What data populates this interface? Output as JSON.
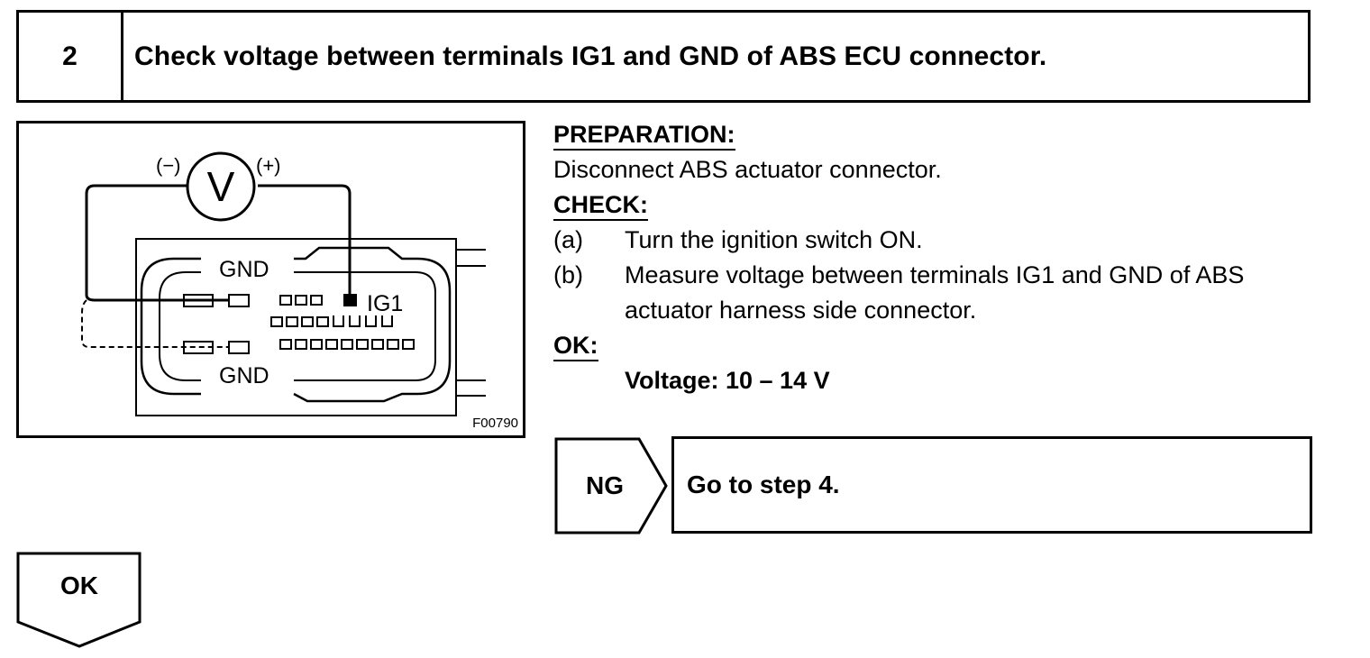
{
  "step": {
    "number": "2",
    "title": "Check voltage between terminals IG1 and GND of ABS ECU connector."
  },
  "figure": {
    "code": "F00790",
    "labels": {
      "minus": "(−)",
      "plus": "(+)",
      "voltmeter": "V",
      "gnd_top": "GND",
      "gnd_bottom": "GND",
      "ig1": "IG1"
    }
  },
  "preparation": {
    "heading": "PREPARATION:",
    "text": "Disconnect ABS actuator connector."
  },
  "check": {
    "heading": "CHECK:",
    "items": [
      {
        "mark": "(a)",
        "text": "Turn the ignition switch ON."
      },
      {
        "mark": "(b)",
        "text": "Measure voltage between terminals IG1 and GND of ABS",
        "cont": "actuator harness side connector."
      }
    ]
  },
  "ok_spec": {
    "heading": "OK:",
    "value": "Voltage: 10 – 14 V"
  },
  "ng_branch": {
    "label": "NG",
    "result": "Go to step 4."
  },
  "ok_branch": {
    "label": "OK"
  }
}
